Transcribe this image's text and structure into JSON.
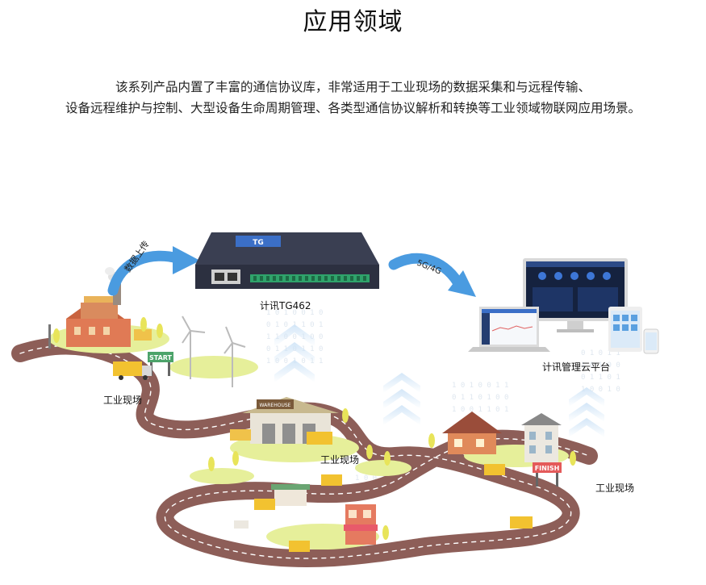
{
  "page": {
    "title": "应用领域",
    "description": [
      "该系列产品内置了丰富的通信协议库，非常适用于工业现场的数据采集和与远程传输、",
      "设备远程维护与控制、大型设备生命周期管理、各类型通信协议解析和转换等工业领域物联网应用场景。"
    ]
  },
  "diagram": {
    "device_label": "计讯TG462",
    "device_logo": "TG",
    "cloud_label": "计讯管理云平台",
    "upload_label": "数据上传",
    "network_label": "5G/4G",
    "site_labels": [
      "工业现场",
      "工业现场",
      "工业现场"
    ],
    "start_sign": "START",
    "finish_sign": "FINISH",
    "warehouse_sign": "WAREHOUSE",
    "colors": {
      "arrow_blue": "#4a9be0",
      "road": "#8d5e58",
      "grass": "#e6ef9a",
      "device": "#2c3040",
      "terminal_green": "#2fa36b",
      "screen_dark": "#15223f"
    }
  }
}
